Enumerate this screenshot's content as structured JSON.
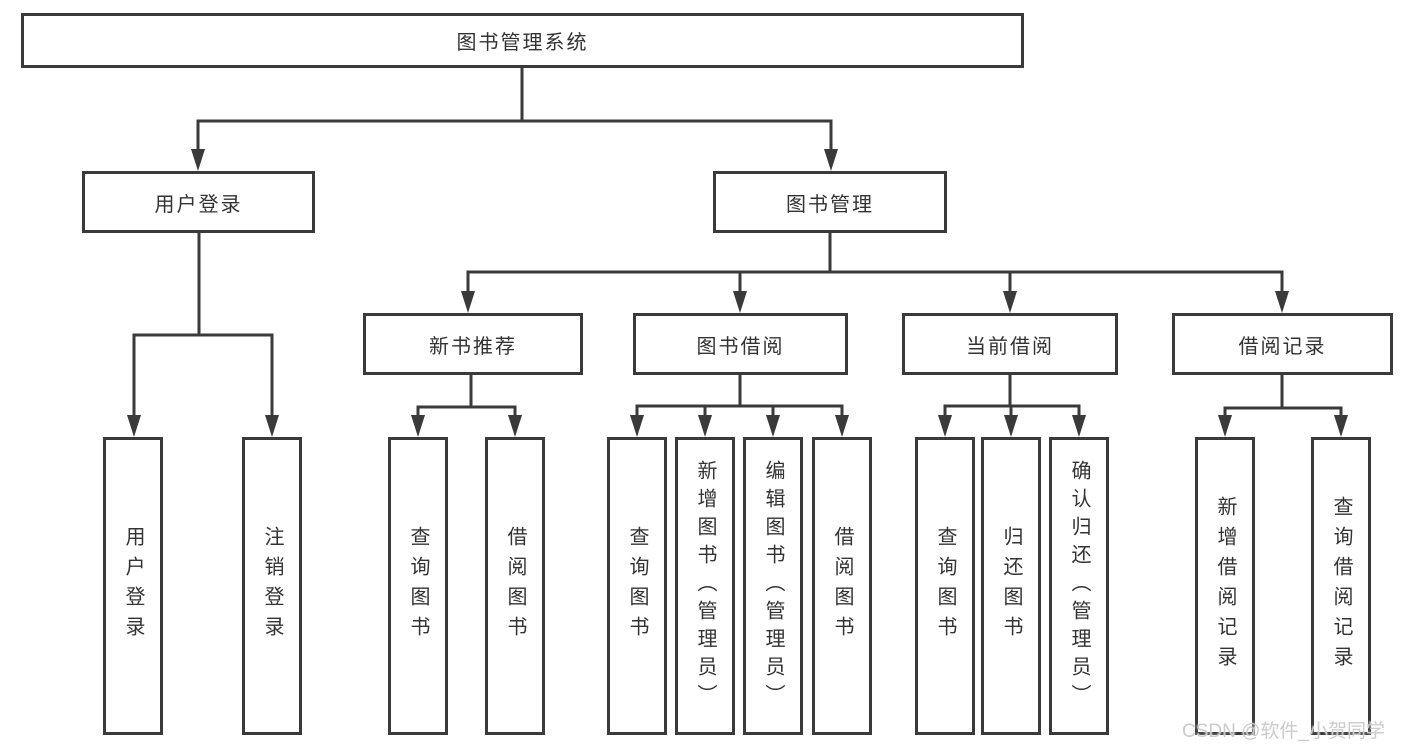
{
  "diagram": {
    "root": {
      "label": "图书管理系统"
    },
    "level2": [
      {
        "label": "用户登录"
      },
      {
        "label": "图书管理"
      }
    ],
    "level3": [
      {
        "label": "新书推荐"
      },
      {
        "label": "图书借阅"
      },
      {
        "label": "当前借阅"
      },
      {
        "label": "借阅记录"
      }
    ],
    "level4": [
      {
        "label": "用户登录"
      },
      {
        "label": "注销登录"
      },
      {
        "label": "查询图书"
      },
      {
        "label": "借阅图书"
      },
      {
        "label": "查询图书"
      },
      {
        "label": "新增图书（管理员）"
      },
      {
        "label": "编辑图书（管理员）"
      },
      {
        "label": "借阅图书"
      },
      {
        "label": "查询图书"
      },
      {
        "label": "归还图书"
      },
      {
        "label": "确认归还（管理员）"
      },
      {
        "label": "新增借阅记录"
      },
      {
        "label": "查询借阅记录"
      }
    ],
    "colors": {
      "line": "#3a3a3a",
      "text": "#333333",
      "watermark": "#c8c8c8"
    }
  },
  "watermark": {
    "text": "CSDN @软件_小贺同学"
  }
}
